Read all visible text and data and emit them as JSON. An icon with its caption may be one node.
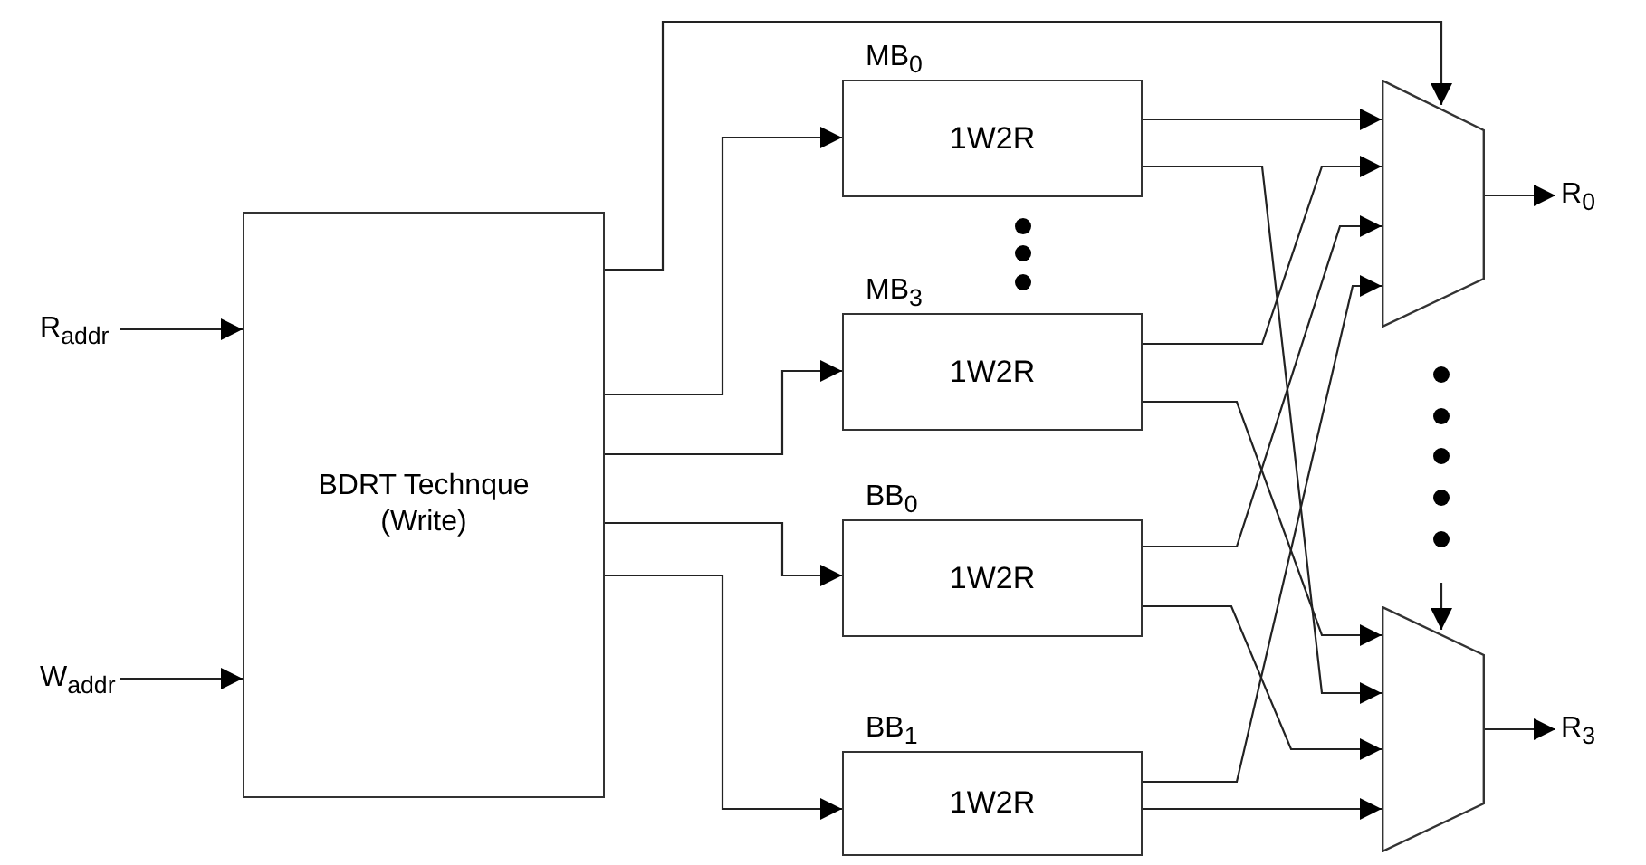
{
  "diagram": {
    "nodes": [
      {
        "text": [
          "R$_{addr}$"
        ]
      },
      {
        "text": [
          "W$_{addr}$"
        ]
      },
      {
        "text": [
          "BDRT Technque (Write)"
        ]
      },
      {
        "text": [
          "MB$_{0}$",
          "1W2R"
        ]
      },
      {
        "text": [
          "MB$_{3}$",
          "1W2R"
        ]
      },
      {
        "text": [
          "BB$_{0}$",
          "1W2R"
        ]
      },
      {
        "text": [
          "BB$_{1}$",
          "1W2R"
        ]
      },
      {
        "text": [],
        "shape": "trapezoid"
      },
      {
        "text": [
          "R$_{0}$"
        ]
      },
      {
        "text": [],
        "shape": "trapezoid"
      },
      {
        "text": [
          "R$_{3}$"
        ]
      }
    ],
    "edges": [
      {
        "from": 0,
        "to": 2,
        "arrow": "to"
      },
      {
        "from": 1,
        "to": 2,
        "arrow": "to"
      },
      {
        "from": 2,
        "to": 7,
        "arrow": "to"
      },
      {
        "from": 2,
        "to": 3,
        "arrow": "to"
      },
      {
        "from": 2,
        "to": 4,
        "arrow": "to"
      },
      {
        "from": 2,
        "to": 5,
        "arrow": "to"
      },
      {
        "from": 2,
        "to": 6,
        "arrow": "to"
      },
      {
        "from": 3,
        "to": 7,
        "arrow": "to"
      },
      {
        "from": 3,
        "to": 9,
        "arrow": "to"
      },
      {
        "from": 4,
        "to": 7,
        "arrow": "to"
      },
      {
        "from": 4,
        "to": 9,
        "arrow": "to"
      },
      {
        "from": 5,
        "to": 7,
        "arrow": "to"
      },
      {
        "from": 5,
        "to": 9,
        "arrow": "to"
      },
      {
        "from": 6,
        "to": 7,
        "arrow": "to"
      },
      {
        "from": 6,
        "to": 9,
        "arrow": "to"
      },
      {
        "from": null,
        "to": 9,
        "arrow": "to"
      },
      {
        "from": 7,
        "to": 8,
        "arrow": "to"
      },
      {
        "from": 9,
        "to": 10,
        "arrow": "to"
      }
    ]
  }
}
